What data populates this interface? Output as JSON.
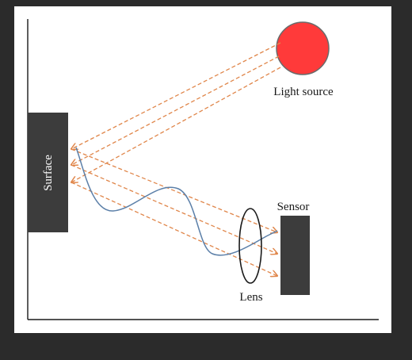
{
  "labels": {
    "surface": "Surface",
    "light_source": "Light source",
    "sensor": "Sensor",
    "lens": "Lens"
  },
  "colors": {
    "background": "#2b2b2b",
    "panel": "#ffffff",
    "block": "#3c3c3c",
    "light_source": "#ff3a3a",
    "ray": "#e0864a",
    "wave": "#5b7fa8",
    "outline": "#1a1a1a"
  }
}
